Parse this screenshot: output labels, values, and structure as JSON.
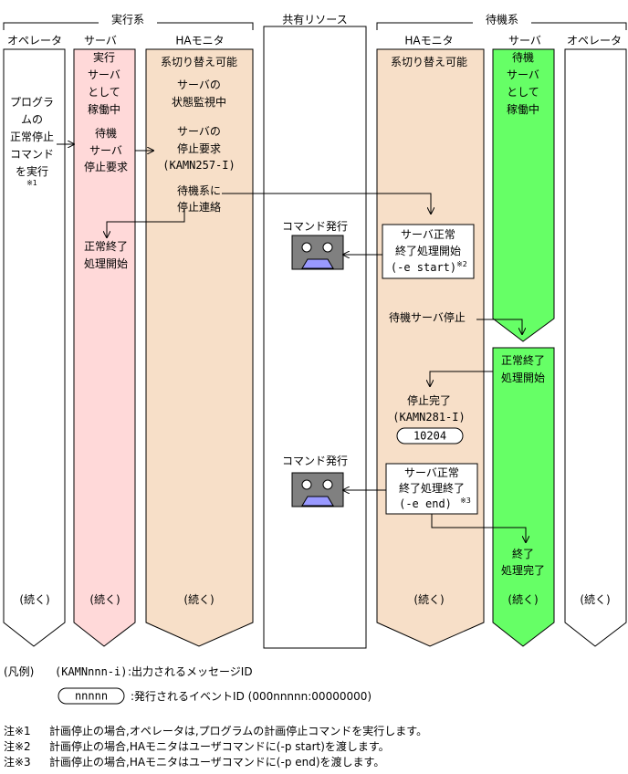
{
  "groups": {
    "active": "実行系",
    "shared": "共有リソース",
    "standby": "待機系"
  },
  "lanes": {
    "operator_active": "オペレータ",
    "server_active": "サーバ",
    "ha_active": "HAモニタ",
    "ha_standby": "HAモニタ",
    "server_standby": "サーバ",
    "operator_standby": "オペレータ"
  },
  "colors": {
    "server_active": "#ffd9d9",
    "ha_monitor": "#f7dfc8",
    "server_standby": "#66ff66",
    "command_icon": "#808080",
    "command_mouth": "#9999ff"
  },
  "steps": {
    "operator_cmd": [
      "プログラ",
      "ムの",
      "正常停止",
      "コマンド",
      "を実行",
      "※1"
    ],
    "server_running": [
      "実行",
      "サーバ",
      "として",
      "稼働中"
    ],
    "server_stop_request": [
      "待機",
      "サーバ",
      "停止要求"
    ],
    "normal_end_start_active": [
      "正常終了",
      "処理開始"
    ],
    "ha_switchable_active": "系切り替え可能",
    "ha_monitoring": [
      "サーバの",
      "状態監視中"
    ],
    "ha_stop_request": [
      "サーバの",
      "停止要求",
      "(KAMN257-I)"
    ],
    "ha_notify": [
      "待機系に",
      "停止連絡"
    ],
    "command_issue_1": "コマンド発行",
    "command_issue_2": "コマンド発行",
    "ha_switchable_standby": "系切り替え可能",
    "box1": [
      "サーバ正常",
      "終了処理開始",
      "(-e start)",
      "※2"
    ],
    "standby_server_stop": "待機サーバ停止",
    "stop_complete": [
      "停止完了",
      "(KAMN281-I)"
    ],
    "event_id": "10204",
    "box2": [
      "サーバ正常",
      "終了処理終了",
      "(-e end)",
      "※3"
    ],
    "server_standby_running": [
      "待機",
      "サーバ",
      "として",
      "稼働中"
    ],
    "normal_end_start_standby": [
      "正常終了",
      "処理開始"
    ],
    "end_complete": [
      "終了",
      "処理完了"
    ],
    "continued": "(続く)"
  },
  "legend": {
    "title": "(凡例)",
    "message_id_sample": "(KAMNnnn-i)",
    "message_id_desc": ":出力されるメッセージID",
    "event_sample": "nnnnn",
    "event_desc": ":発行されるイベントID (000nnnnn:00000000)"
  },
  "notes": [
    {
      "mark": "注※1",
      "text": "計画停止の場合,オペレータは,プログラムの計画停止コマンドを実行します。"
    },
    {
      "mark": "注※2",
      "text": "計画停止の場合,HAモニタはユーザコマンドに(-p start)を渡します。"
    },
    {
      "mark": "注※3",
      "text": "計画停止の場合,HAモニタはユーザコマンドに(-p end)を渡します。"
    }
  ]
}
